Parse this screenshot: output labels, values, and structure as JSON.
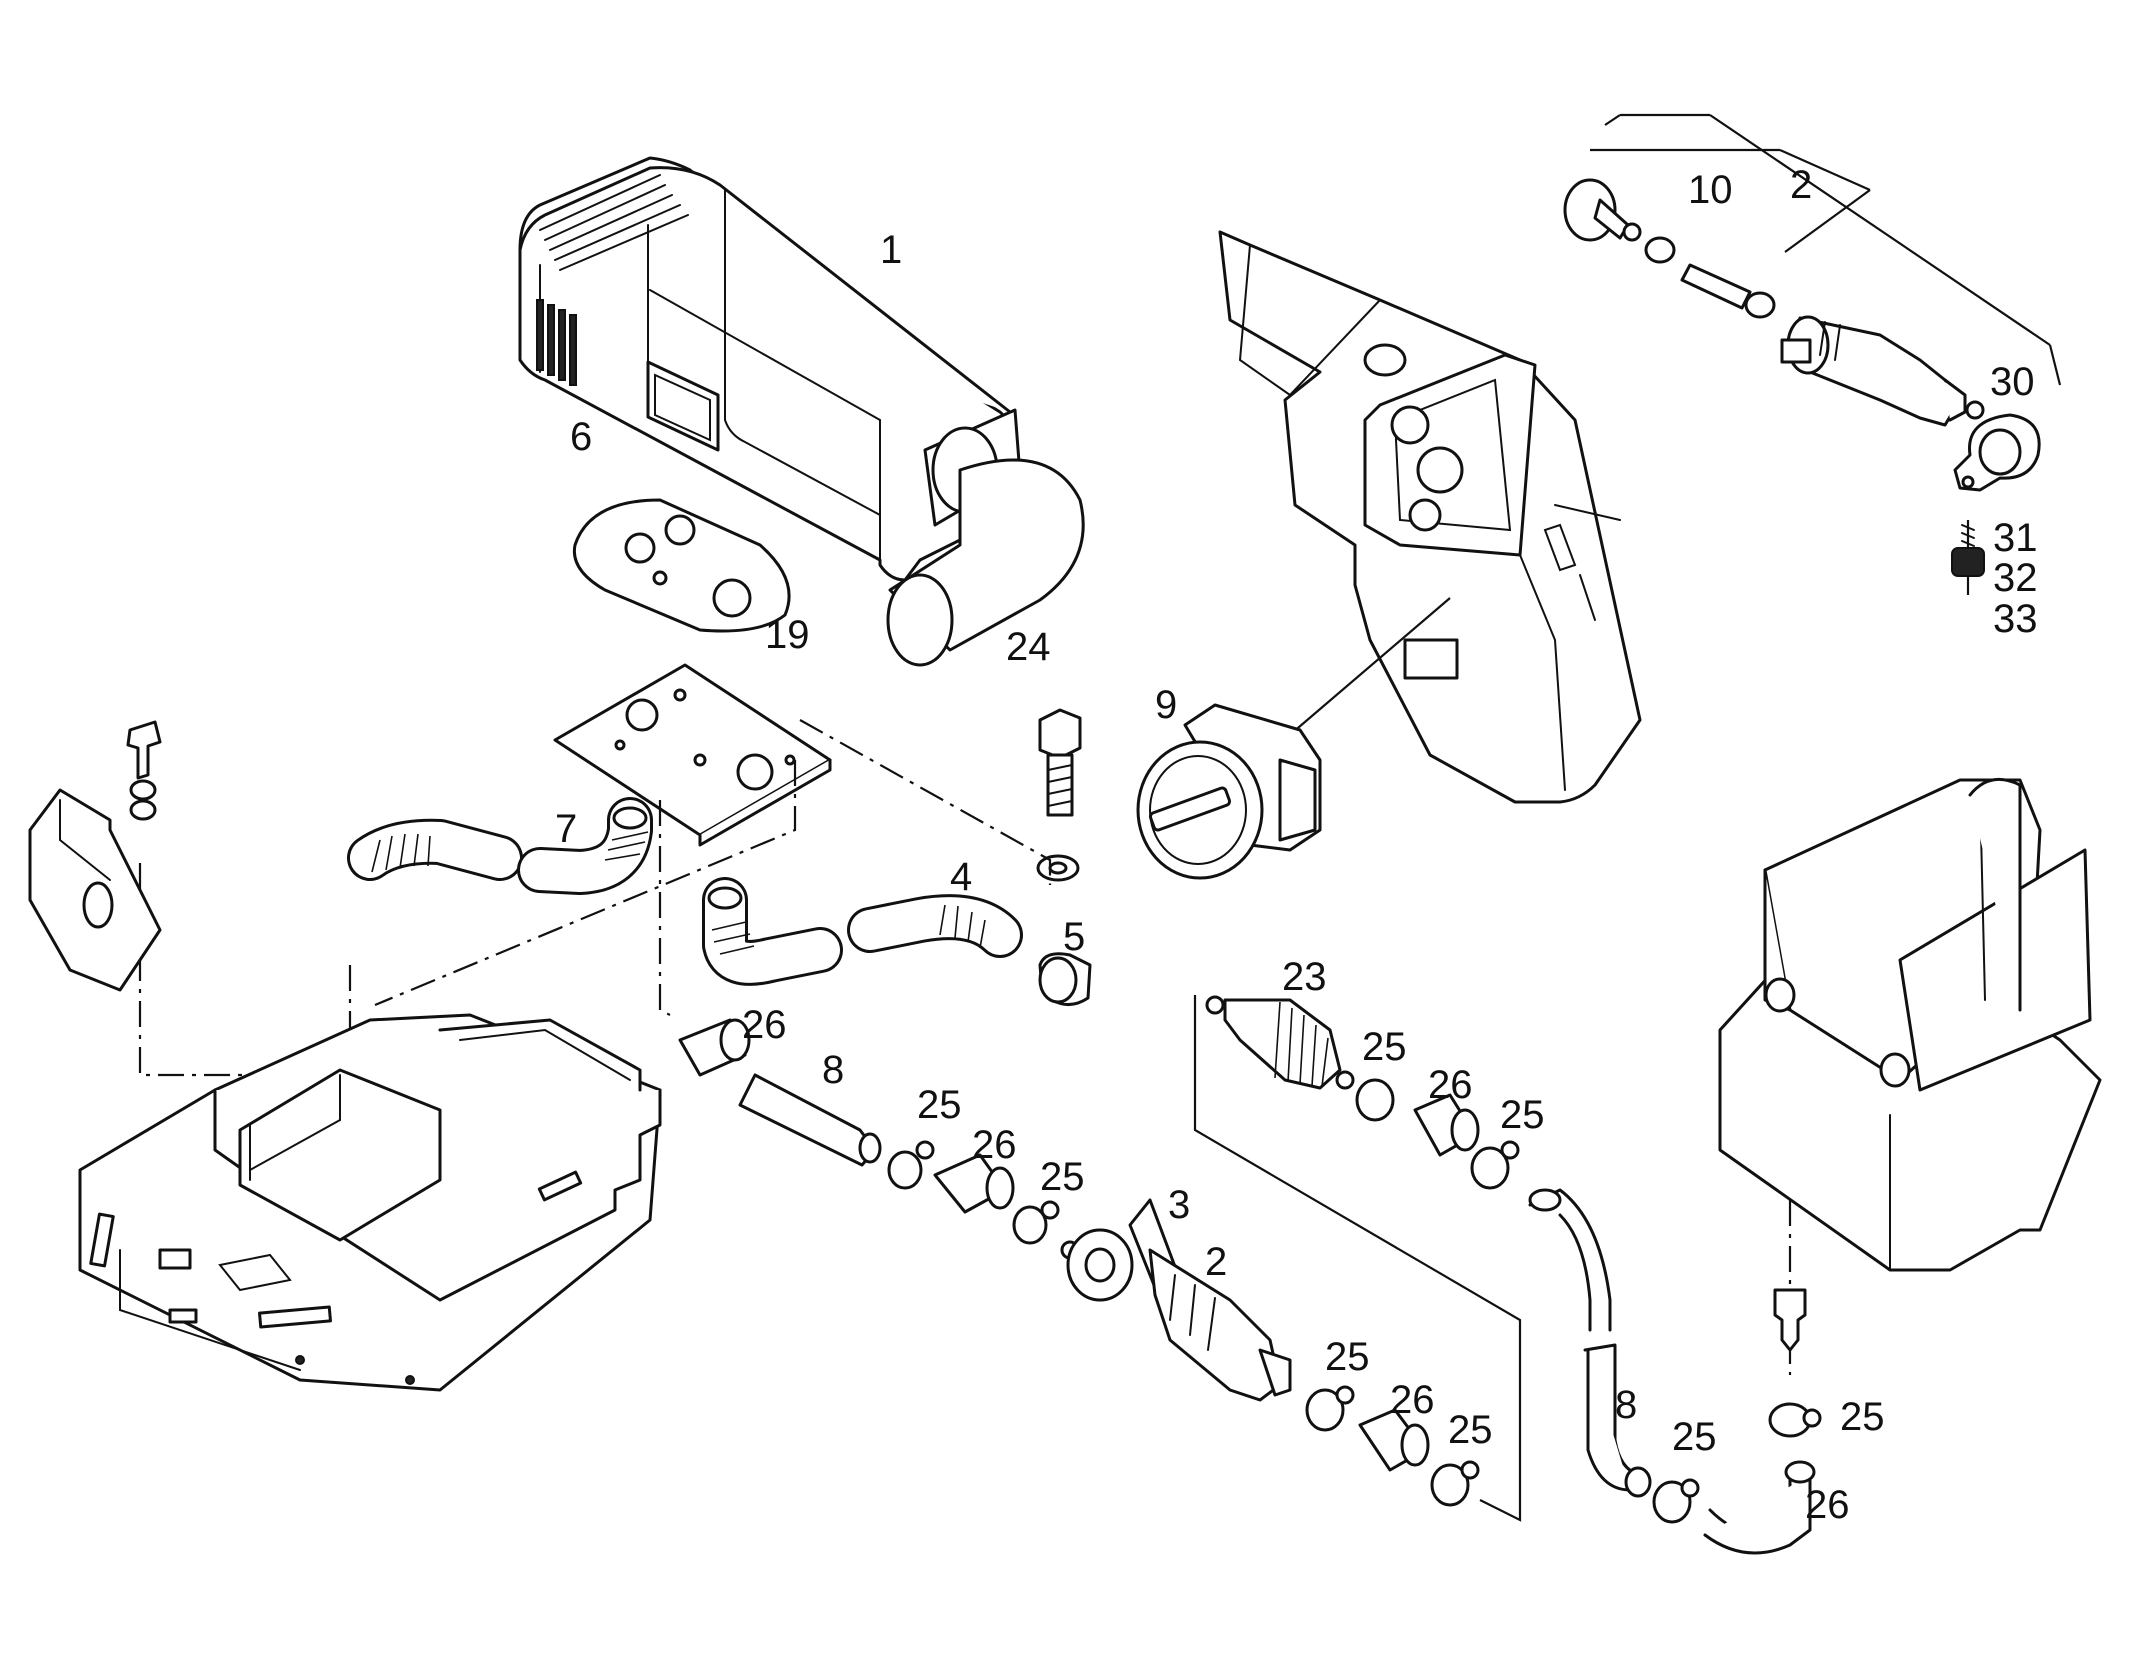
{
  "diagram": {
    "labels": {
      "p1": "1",
      "p2_kit": "2",
      "p10": "10",
      "p6": "6",
      "p19": "19",
      "p24": "24",
      "p30": "30",
      "p31": "31",
      "p32": "32",
      "p33": "33",
      "p9": "9",
      "p7": "7",
      "p4": "4",
      "p5": "5",
      "p26_a": "26",
      "p8_a": "8",
      "p25_a": "25",
      "p26_b": "26",
      "p25_b": "25",
      "p3": "3",
      "p2_pump": "2",
      "p23": "23",
      "p25_c": "25",
      "p26_c": "26",
      "p25_d": "25",
      "p25_e": "25",
      "p26_d": "26",
      "p25_f": "25",
      "p8_b": "8",
      "p25_g": "25",
      "p25_h": "25",
      "p26_e": "26"
    }
  }
}
